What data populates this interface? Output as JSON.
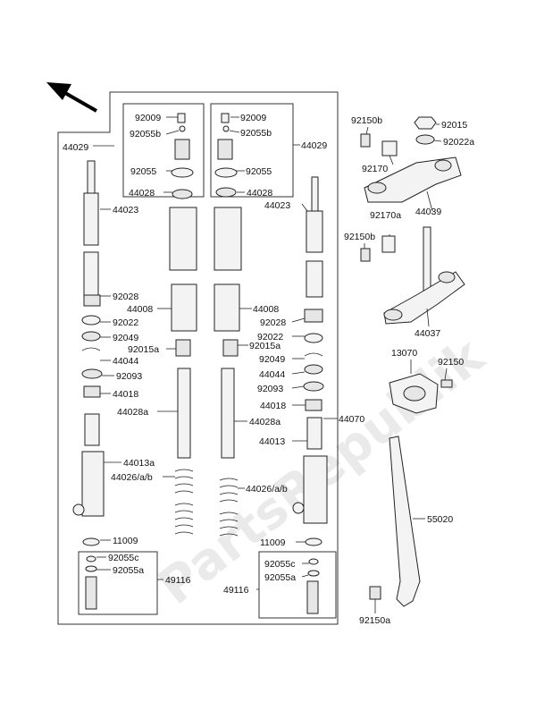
{
  "watermark": "PartsRepublik",
  "arrow_icon": "direction-arrow-icon",
  "labels": {
    "l_92009a": "92009",
    "l_92055b_a": "92055b",
    "l_44029a": "44029",
    "l_92055a_": "92055",
    "l_92009b": "92009",
    "l_92055b_b": "92055b",
    "l_44029b": "44029",
    "l_92055b_": "92055",
    "l_44028a": "44028",
    "l_44028b": "44028",
    "l_44023a": "44023",
    "l_44023b": "44023",
    "l_92028a": "92028",
    "l_92022a": "92022",
    "l_92049a": "92049",
    "l_44044a": "44044",
    "l_92093a": "92093",
    "l_44018a": "44018",
    "l_44008a": "44008",
    "l_44008b": "44008",
    "l_92015aa": "92015a",
    "l_92015ab": "92015a",
    "l_92028b": "92028",
    "l_92022b": "92022",
    "l_92049b": "92049",
    "l_44044b": "44044",
    "l_92093b": "92093",
    "l_44018b": "44018",
    "l_44028aa": "44028a",
    "l_44028ab": "44028a",
    "l_44013": "44013",
    "l_44013a": "44013a",
    "l_44026a": "44026/a/b",
    "l_44026b": "44026/a/b",
    "l_44070": "44070",
    "l_11009a": "11009",
    "l_11009b": "11009",
    "l_92055ca": "92055c",
    "l_92055aa": "92055a",
    "l_49116a": "49116",
    "l_92055cb": "92055c",
    "l_92055ab": "92055a",
    "l_49116b": "49116",
    "l_92150b_a": "92150b",
    "l_92015": "92015",
    "l_92022a_r": "92022a",
    "l_92170": "92170",
    "l_44039": "44039",
    "l_92170a": "92170a",
    "l_92150b_b": "92150b",
    "l_44037": "44037",
    "l_13070": "13070",
    "l_92150": "92150",
    "l_55020": "55020",
    "l_92150a": "92150a"
  }
}
